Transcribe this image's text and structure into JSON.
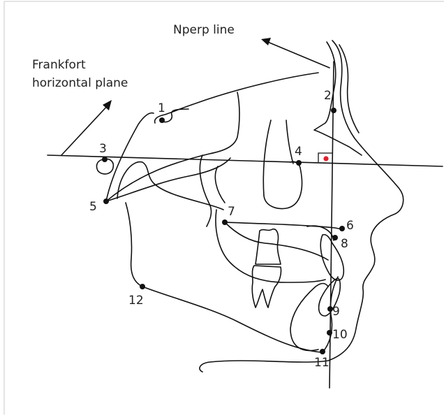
{
  "captions": {
    "nperp": "Nperp line",
    "frankfort_line1": "Frankfort",
    "frankfort_line2": "horizontal plane"
  },
  "landmarks": [
    {
      "id": "1",
      "label": "1"
    },
    {
      "id": "2",
      "label": "2"
    },
    {
      "id": "3",
      "label": "3"
    },
    {
      "id": "4",
      "label": "4"
    },
    {
      "id": "5",
      "label": "5"
    },
    {
      "id": "6",
      "label": "6"
    },
    {
      "id": "7",
      "label": "7"
    },
    {
      "id": "8",
      "label": "8"
    },
    {
      "id": "9",
      "label": "9"
    },
    {
      "id": "10",
      "label": "10"
    },
    {
      "id": "11",
      "label": "11"
    },
    {
      "id": "12",
      "label": "12"
    }
  ],
  "colors": {
    "ink": "#111111",
    "frame": "#c8c8c8",
    "right_angle_marker": "#e0202a"
  }
}
